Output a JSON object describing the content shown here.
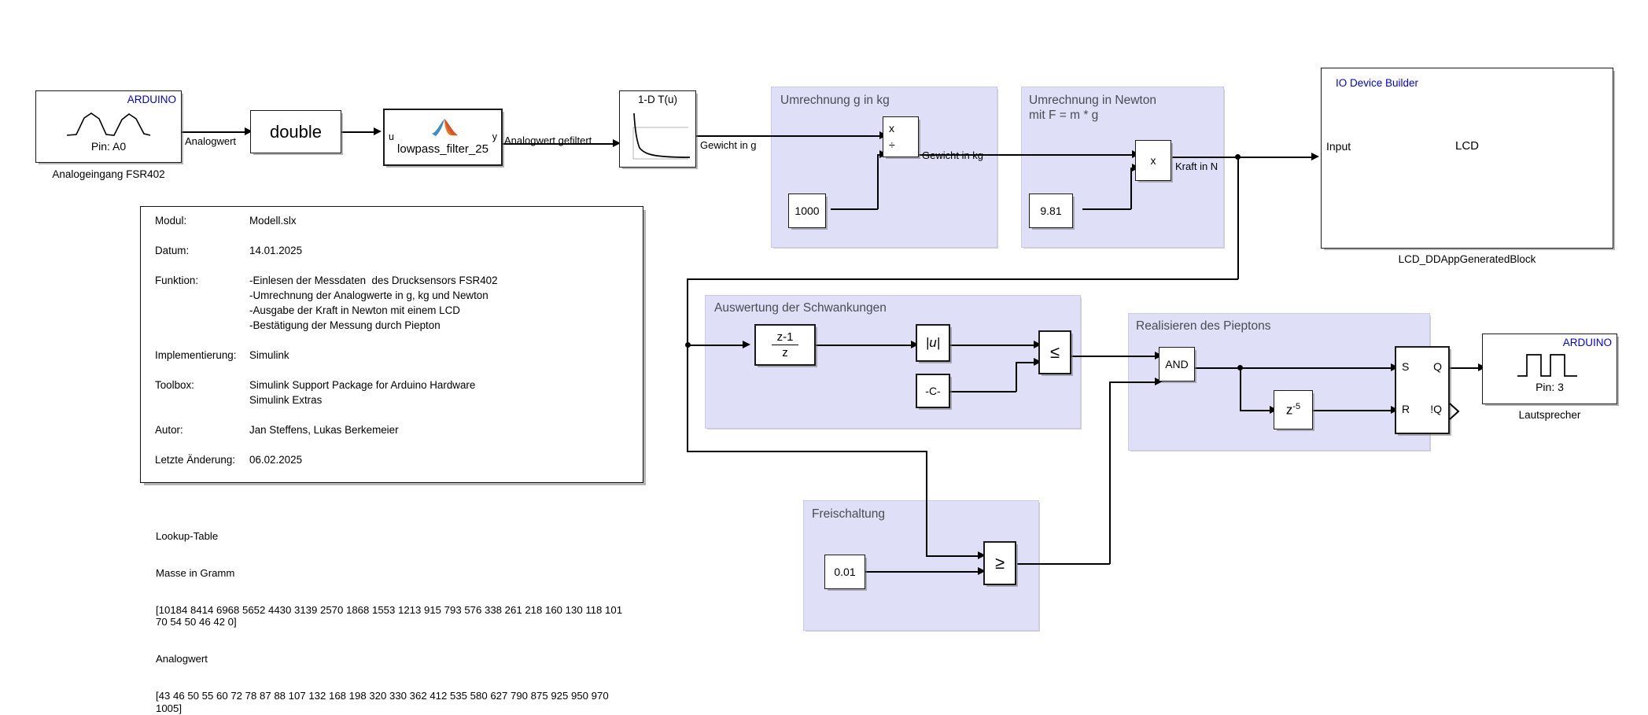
{
  "diagram": {
    "type": "simulink-block-diagram",
    "title": "Modell.slx"
  },
  "blocks": {
    "analog_input": {
      "badge": "ARDUINO",
      "pin": "Pin: A0",
      "caption": "Analogeingang FSR402",
      "icon": "sine-wave-icon"
    },
    "data_type_convert": {
      "label": "double"
    },
    "lowpass": {
      "label": "lowpass_filter_25",
      "port_in": "u",
      "port_out": "y",
      "icon": "matlab-membrane-icon"
    },
    "lookup_table_block": {
      "label": "1-D T(u)",
      "icon": "lookup-curve-icon"
    },
    "divide": {
      "op_top": "x",
      "op_bottom": "÷"
    },
    "const_1000": {
      "value": "1000"
    },
    "multiply": {
      "op": "x"
    },
    "const_981": {
      "value": "9.81"
    },
    "lcd": {
      "badge": "IO Device Builder",
      "port_in": "Input",
      "center": "LCD",
      "caption": "LCD_DDAppGeneratedBlock"
    },
    "discrete_derivative": {
      "numerator": "z-1",
      "denominator": "z"
    },
    "abs_block": {
      "label": "|u|"
    },
    "const_c": {
      "label": "-C-"
    },
    "less_equal": {
      "label": "≤"
    },
    "and_gate": {
      "label": "AND"
    },
    "delay": {
      "label": "z",
      "exponent": "-5"
    },
    "sr_flipflop": {
      "s": "S",
      "r": "R",
      "q": "Q",
      "nq": "!Q"
    },
    "const_001": {
      "value": "0.01"
    },
    "greater_equal": {
      "label": "≥"
    },
    "speaker": {
      "badge": "ARDUINO",
      "pin": "Pin: 3",
      "caption": "Lautsprecher",
      "icon": "square-wave-icon"
    }
  },
  "areas": {
    "umrechnung_kg": {
      "title": "Umrechnung g in kg"
    },
    "umrechnung_newton": {
      "title": "Umrechnung in Newton\nmit F = m * g"
    },
    "auswertung": {
      "title": "Auswertung der Schwankungen"
    },
    "pieptons": {
      "title": "Realisieren des Pieptons"
    },
    "freischaltung": {
      "title": "Freischaltung"
    }
  },
  "signals": {
    "analogwert": "Analogwert",
    "analogwert_gefiltert": "Analogwert gefiltert",
    "gewicht_in_g": "Gewicht in g",
    "gewicht_in_kg": "Gewicht in kg",
    "kraft_in_n": "Kraft in N"
  },
  "doc": {
    "rows": [
      {
        "key": "Modul:",
        "value": "Modell.slx"
      },
      {
        "key": "Datum:",
        "value": "14.01.2025"
      },
      {
        "key": "Funktion:",
        "value": "-Einlesen der Messdaten  des Drucksensors FSR402"
      },
      {
        "key": "",
        "value": "-Umrechnung der Analogwerte in g, kg und Newton"
      },
      {
        "key": "",
        "value": "-Ausgabe der Kraft in Newton mit einem LCD"
      },
      {
        "key": "",
        "value": "-Bestätigung der Messung durch Piepton"
      },
      {
        "key": "Implementierung:",
        "value": "Simulink"
      },
      {
        "key": "Toolbox:",
        "value": "Simulink Support Package for Arduino Hardware"
      },
      {
        "key": "",
        "value": "Simulink Extras"
      },
      {
        "key": "Autor:",
        "value": "Jan Steffens, Lukas Berkemeier"
      },
      {
        "key": "Letzte Änderung:",
        "value": "06.02.2025"
      }
    ]
  },
  "lookup": {
    "title": "Lookup-Table",
    "mass_label": "Masse in Gramm",
    "mass_values": "[10184 8414 6968 5652 4430 3139 2570 1868 1553 1213 915 793 576 338 261 218 160 130 118 101 70 54 50 46 42 0]",
    "analog_label": "Analogwert",
    "analog_values": "[43 46 50 55 60 72 78 87 88 107 132 168 198 320 330 362 412 535 580 627 790 875 925 950 970 1005]"
  },
  "colors": {
    "subsystem_fill": "#dfe0f7",
    "badge_blue": "#0000e6",
    "area_title": "#4b4b52",
    "line": "#000000"
  }
}
